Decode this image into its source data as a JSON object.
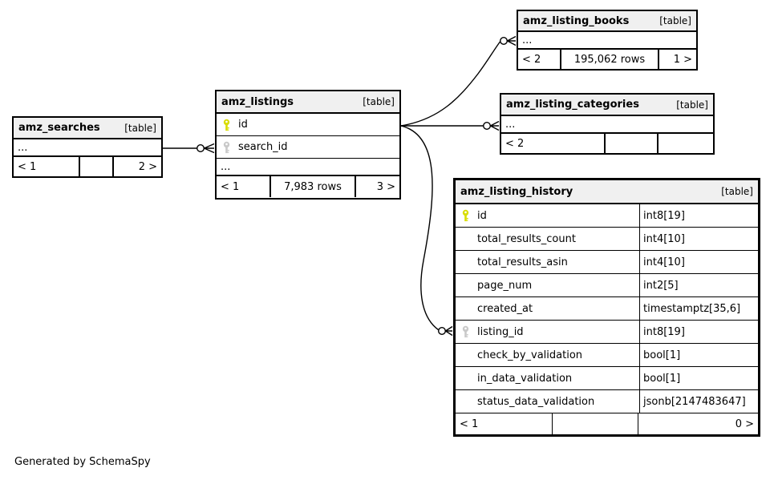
{
  "diagram": {
    "footer_note": "Generated by SchemaSpy",
    "table_tag": "[table]"
  },
  "colors": {
    "primary_key": "#d9dd00",
    "foreign_key": "#c9c9c9",
    "header_bg": "#f0f0f0",
    "line": "#000000",
    "background": "#ffffff"
  },
  "tables": {
    "amz_searches": {
      "name": "amz_searches",
      "tag": "[table]",
      "ellipsis": "...",
      "footer": {
        "left": "< 1",
        "center": "",
        "right": "2 >"
      }
    },
    "amz_listings": {
      "name": "amz_listings",
      "tag": "[table]",
      "columns": [
        {
          "name": "id",
          "key": "primary"
        },
        {
          "name": "search_id",
          "key": "foreign"
        }
      ],
      "ellipsis": "...",
      "footer": {
        "left": "< 1",
        "center": "7,983 rows",
        "right": "3 >"
      }
    },
    "amz_listing_books": {
      "name": "amz_listing_books",
      "tag": "[table]",
      "ellipsis": "...",
      "footer": {
        "left": "< 2",
        "center": "195,062 rows",
        "right": "1 >"
      }
    },
    "amz_listing_categories": {
      "name": "amz_listing_categories",
      "tag": "[table]",
      "ellipsis": "...",
      "footer": {
        "left": "< 2",
        "center": "",
        "right": ""
      }
    },
    "amz_listing_history": {
      "name": "amz_listing_history",
      "tag": "[table]",
      "columns": [
        {
          "name": "id",
          "type": "int8[19]",
          "key": "primary"
        },
        {
          "name": "total_results_count",
          "type": "int4[10]"
        },
        {
          "name": "total_results_asin",
          "type": "int4[10]"
        },
        {
          "name": "page_num",
          "type": "int2[5]"
        },
        {
          "name": "created_at",
          "type": "timestamptz[35,6]"
        },
        {
          "name": "listing_id",
          "type": "int8[19]",
          "key": "foreign"
        },
        {
          "name": "check_by_validation",
          "type": "bool[1]"
        },
        {
          "name": "in_data_validation",
          "type": "bool[1]"
        },
        {
          "name": "status_data_validation",
          "type": "jsonb[2147483647]"
        }
      ],
      "footer": {
        "left": "< 1",
        "center": "",
        "right": "0 >"
      }
    }
  }
}
